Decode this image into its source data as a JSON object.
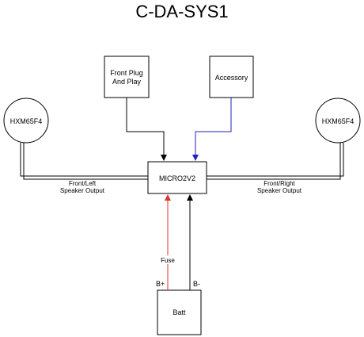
{
  "title": "C-DA-SYS1",
  "nodes": {
    "speaker_left": "HXM65F4",
    "speaker_right": "HXM65F4",
    "front_plug": [
      "Front Plug",
      "And Play"
    ],
    "accessory": "Accessory",
    "amplifier": "MICRO2V2",
    "battery": "Batt"
  },
  "edge_labels": {
    "left_output": [
      "Front/Left",
      "Speaker Output"
    ],
    "right_output": [
      "Front/Right",
      "Speaker Output"
    ],
    "fuse": "Fuse",
    "b_plus": "B+",
    "b_minus": "B-"
  },
  "colors": {
    "line": "#000000",
    "accessory_wire": "#2222bb",
    "positive_wire": "#e03030"
  }
}
